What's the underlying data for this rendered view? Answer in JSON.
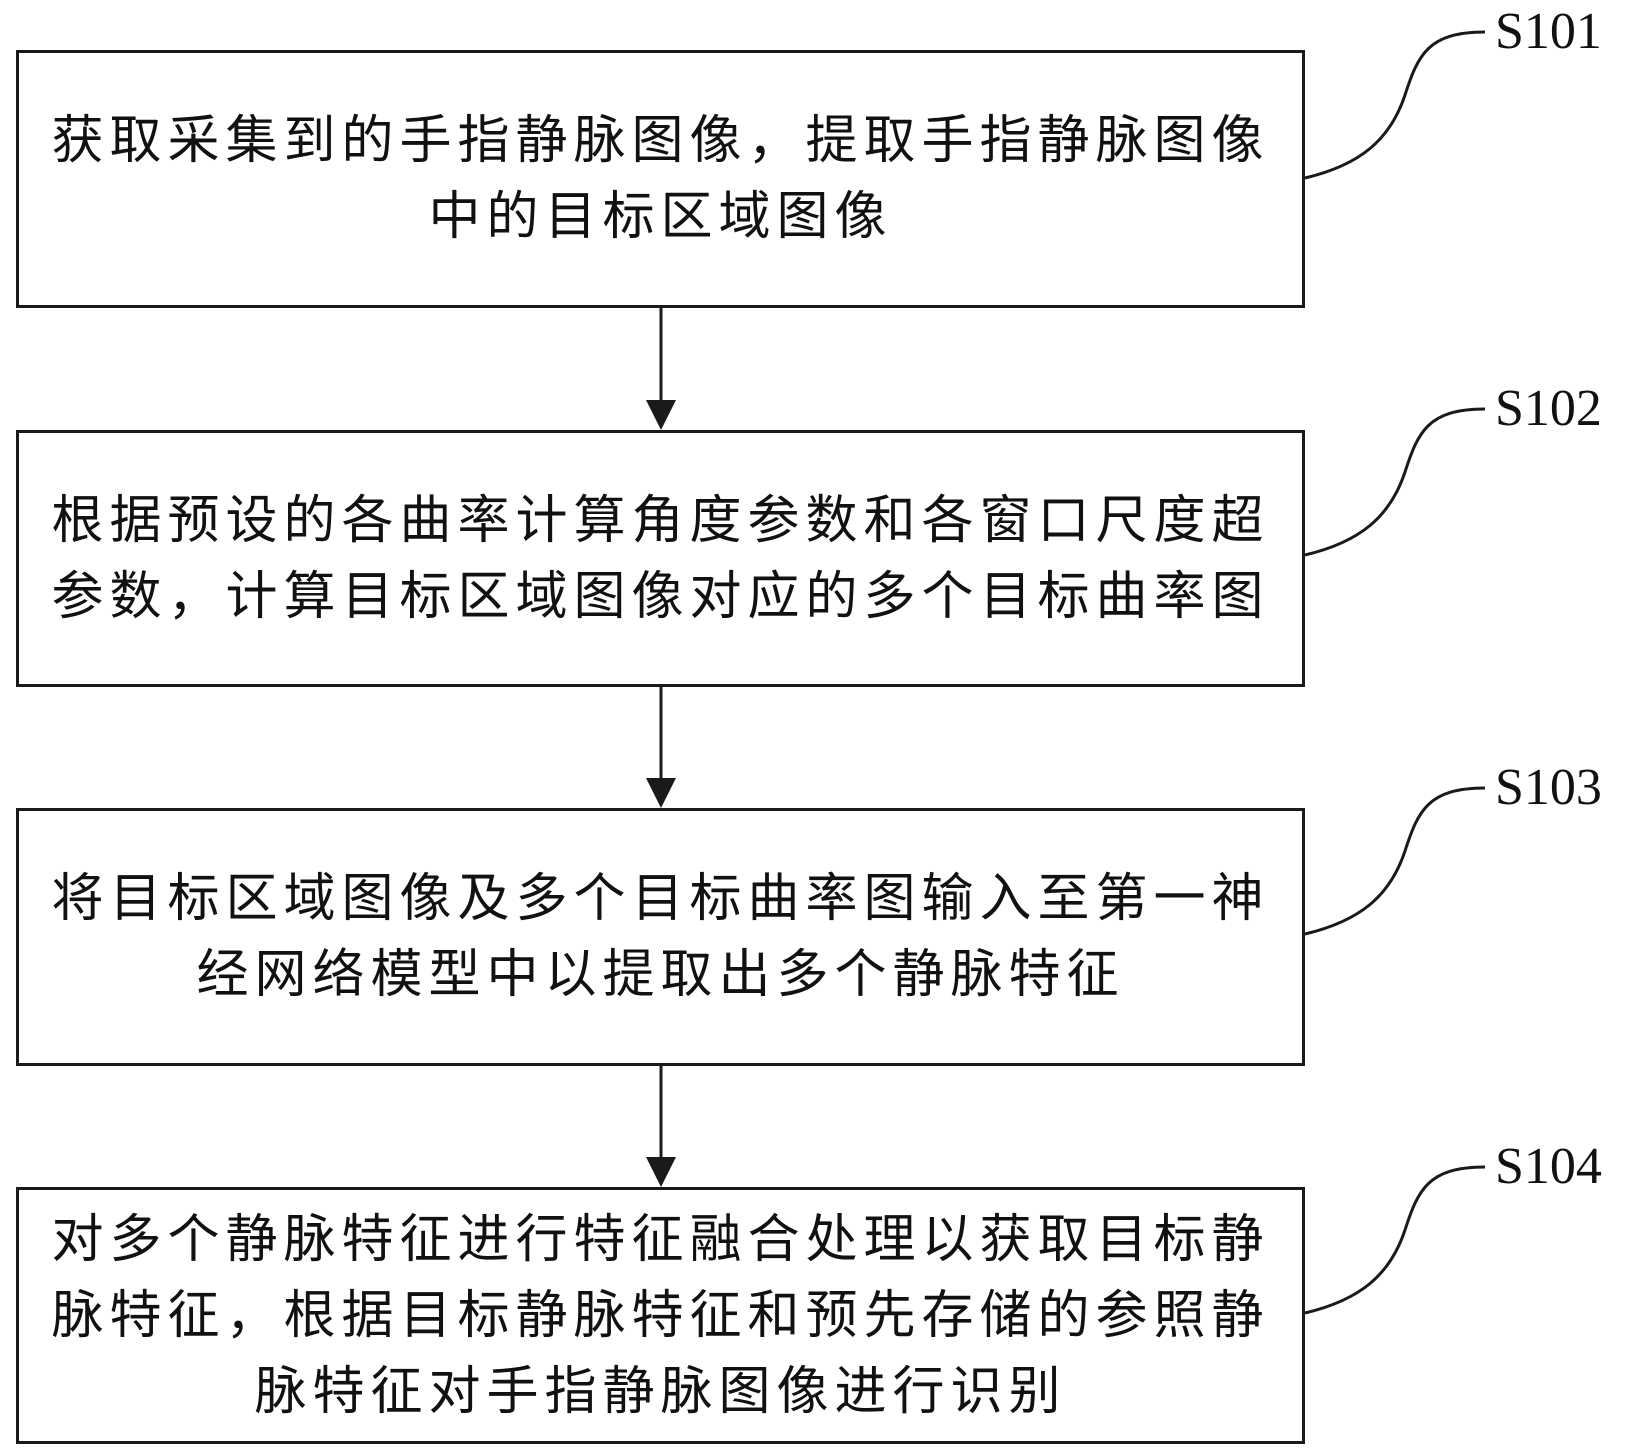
{
  "steps": [
    {
      "id": "S101",
      "text": "获取采集到的手指静脉图像，提取手指静脉图像中的目标区域图像"
    },
    {
      "id": "S102",
      "text": "根据预设的各曲率计算角度参数和各窗口尺度超参数，计算目标区域图像对应的多个目标曲率图"
    },
    {
      "id": "S103",
      "text": "将目标区域图像及多个目标曲率图输入至第一神经网络模型中以提取出多个静脉特征"
    },
    {
      "id": "S104",
      "text": "对多个静脉特征进行特征融合处理以获取目标静脉特征，根据目标静脉特征和预先存储的参照静脉特征对手指静脉图像进行识别"
    }
  ]
}
